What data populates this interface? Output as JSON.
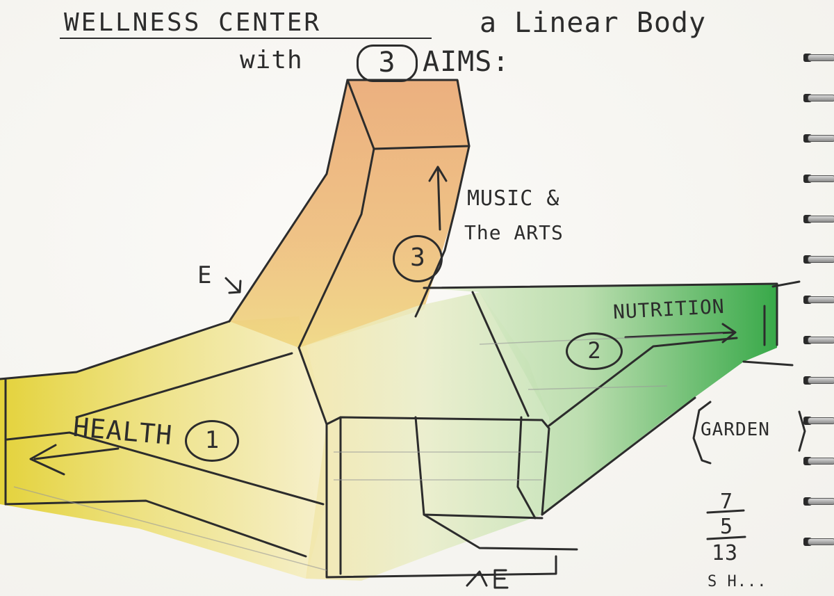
{
  "title": "WELLNESS CENTER",
  "subtitle": "a Linear Body",
  "aims_line": {
    "with": "with",
    "number": "3",
    "aims": "AIMS:"
  },
  "labels": {
    "e": "E",
    "music": "MUSIC &",
    "arts": "The ARTS",
    "nutrition": "NUTRITION",
    "health": "HEALTH",
    "garden": "GARDEN"
  },
  "circled_numbers": {
    "one": "1",
    "two": "2",
    "three": "3"
  },
  "date": {
    "month": "7",
    "day": "5",
    "year": "13"
  },
  "signature": "S H...",
  "colors": {
    "health": "#e2cf28",
    "arts": "#eaa872",
    "nutrition": "#27a23a",
    "pencil": "#2c2c2c"
  }
}
